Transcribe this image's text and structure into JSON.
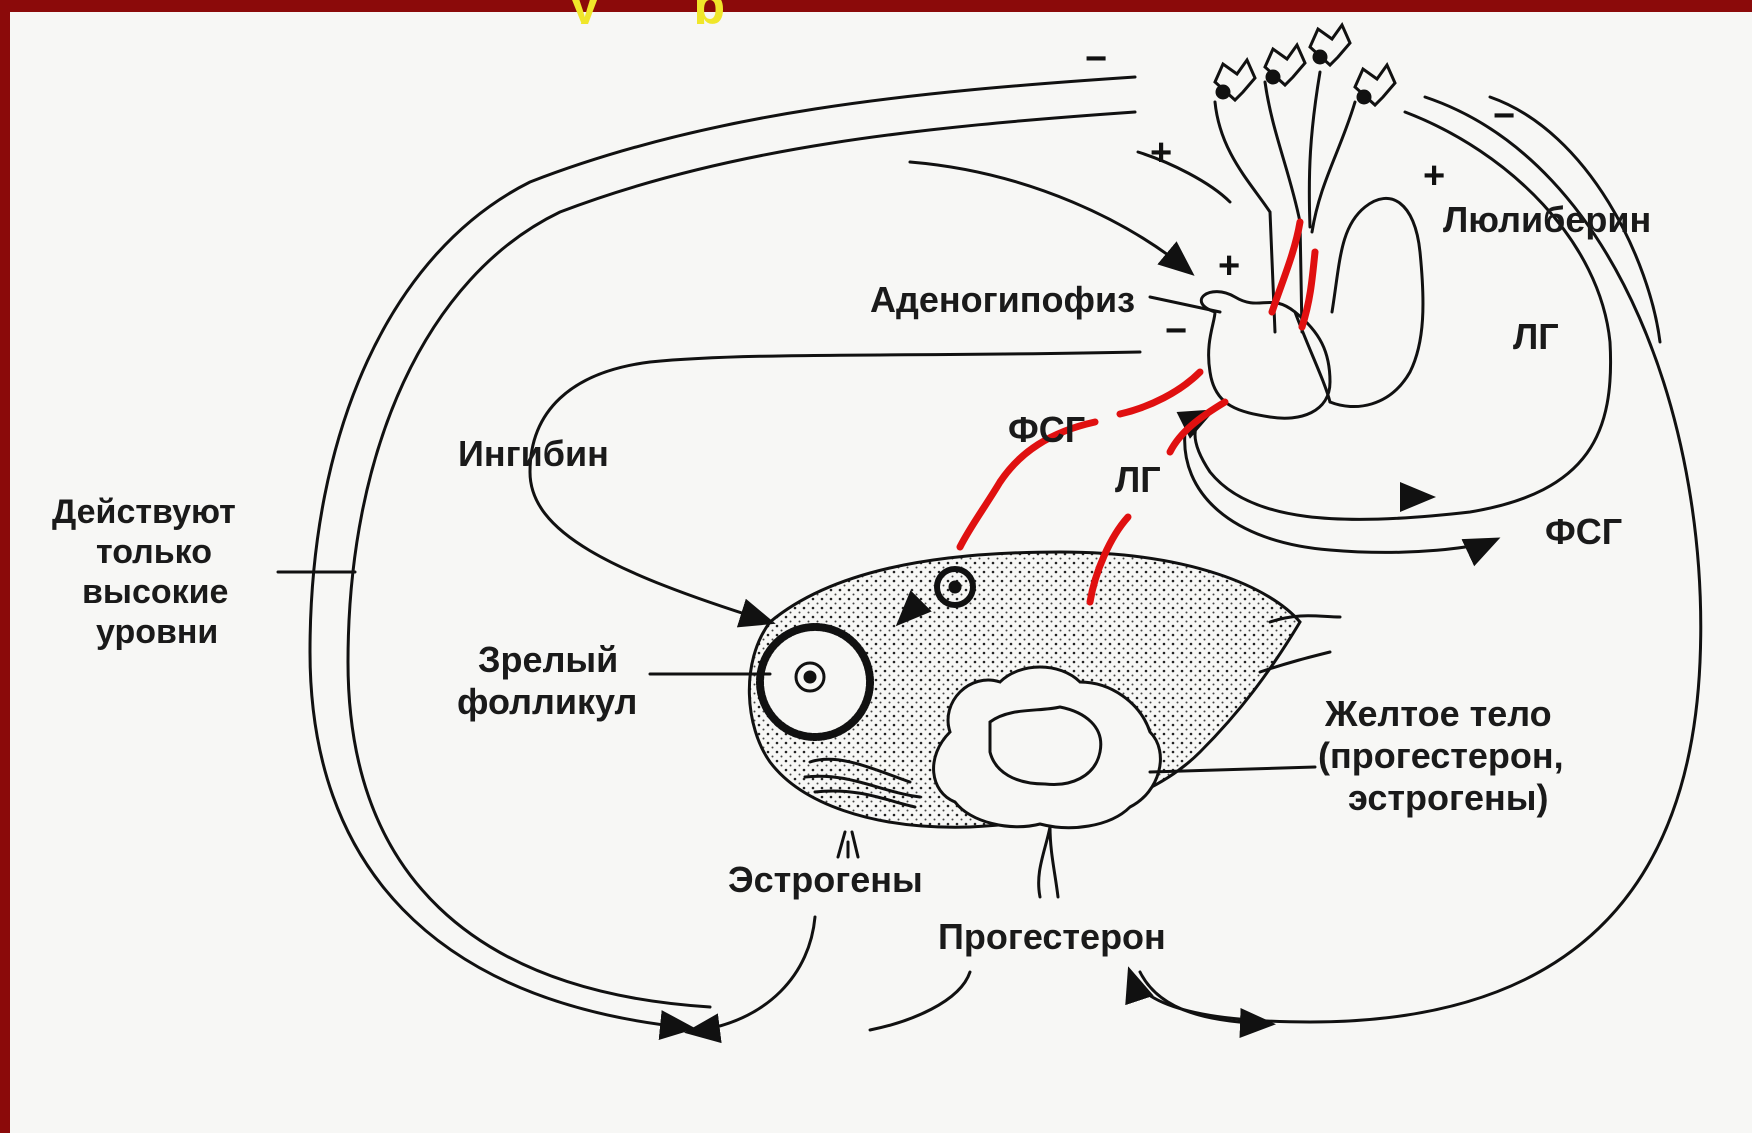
{
  "colors": {
    "frame": "#8b0a0a",
    "paper": "#f7f7f5",
    "ink": "#111111",
    "highlight_arrows": "#e01010",
    "title_fragment": "#f0e62a"
  },
  "labels": {
    "adenohypophysis": "Аденогипофиз",
    "luliberin": "Люлиберин",
    "lh_right": "ЛГ",
    "fsh_left": "ФСГ",
    "lh_center": "ЛГ",
    "fsh_right": "ФСГ",
    "inhibin": "Ингибин",
    "high_levels": [
      "Действуют",
      "только",
      "высокие",
      "уровни"
    ],
    "mature_follicle": [
      "Зрелый",
      "фолликул"
    ],
    "corpus_luteum": [
      "Желтое тело",
      "(прогестерон,",
      "эстрогены)"
    ],
    "estrogens": "Эстрогены",
    "progesterone": "Прогестерон"
  },
  "signs": {
    "top_left_minus": "−",
    "neuron_plus": "+",
    "pituitary_plus": "+",
    "pituitary_minus": "−",
    "right_plus": "+",
    "right_minus": "−"
  },
  "icons": [
    "neuron-cell-icon",
    "arrowhead-icon"
  ]
}
